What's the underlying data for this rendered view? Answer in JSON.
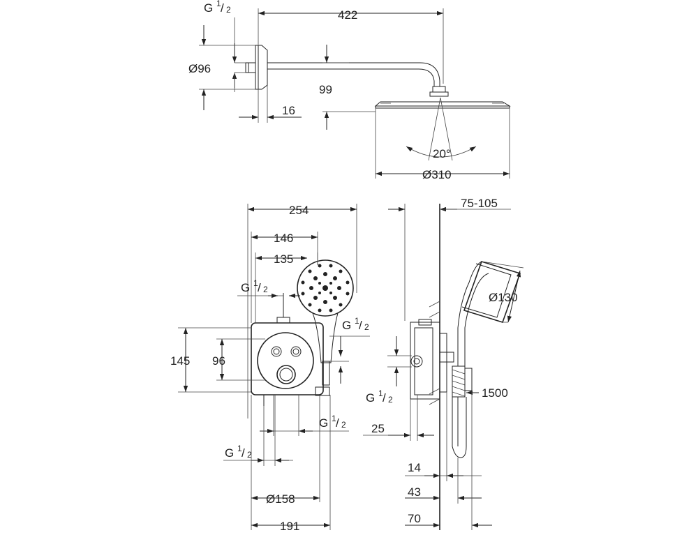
{
  "dimensions": {
    "top_width": "422",
    "top_flange_dia": "Ø96",
    "top_drop": "99",
    "top_thick": "16",
    "top_angle": "20°",
    "top_head_dia": "Ø310",
    "thread_G": "G",
    "thread_frac": "1/2",
    "front_width": "254",
    "front_146": "146",
    "front_135": "135",
    "front_height": "145",
    "front_96": "96",
    "front_dia158": "Ø158",
    "front_191": "191",
    "side_75_105": "75-105",
    "side_dia130": "Ø130",
    "side_hose": "1500",
    "side_25": "25",
    "side_14": "14",
    "side_43": "43",
    "side_70": "70"
  }
}
